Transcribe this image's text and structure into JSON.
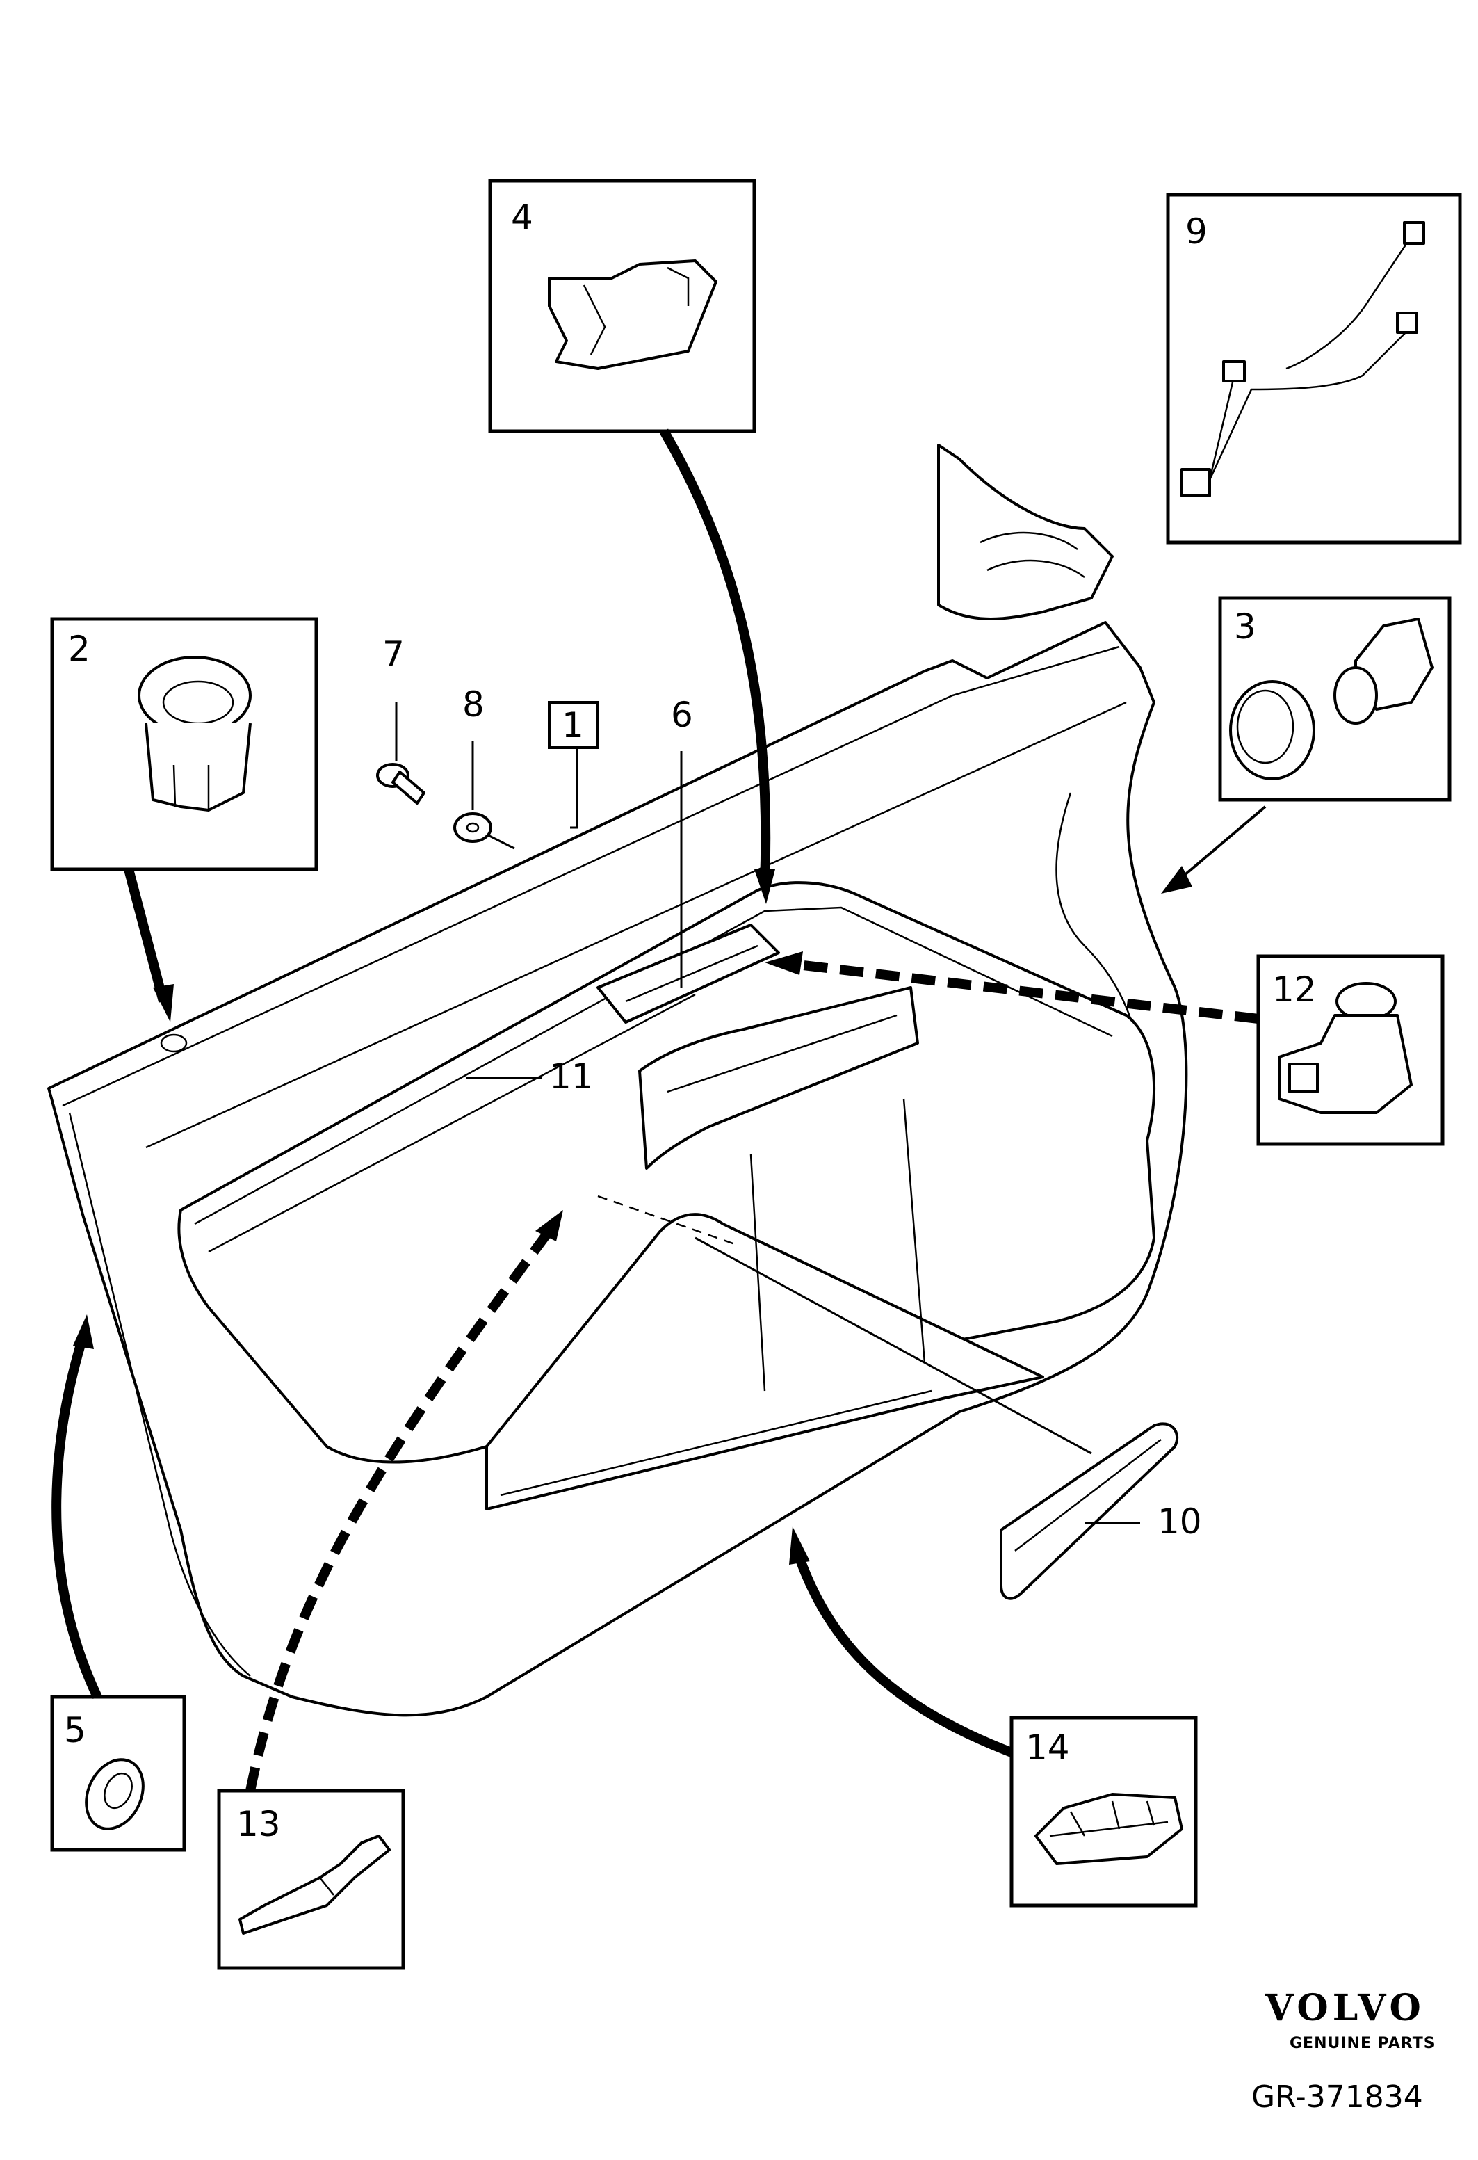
{
  "diagram": {
    "callouts": [
      {
        "id": "1",
        "label": "1"
      },
      {
        "id": "2",
        "label": "2"
      },
      {
        "id": "3",
        "label": "3"
      },
      {
        "id": "4",
        "label": "4"
      },
      {
        "id": "5",
        "label": "5"
      },
      {
        "id": "6",
        "label": "6"
      },
      {
        "id": "7",
        "label": "7"
      },
      {
        "id": "8",
        "label": "8"
      },
      {
        "id": "9",
        "label": "9"
      },
      {
        "id": "10",
        "label": "10"
      },
      {
        "id": "11",
        "label": "11"
      },
      {
        "id": "12",
        "label": "12"
      },
      {
        "id": "13",
        "label": "13"
      },
      {
        "id": "14",
        "label": "14"
      }
    ]
  },
  "brand": {
    "logo_text": "VOLVO",
    "tagline": "GENUINE PARTS"
  },
  "reference_code": "GR-371834"
}
